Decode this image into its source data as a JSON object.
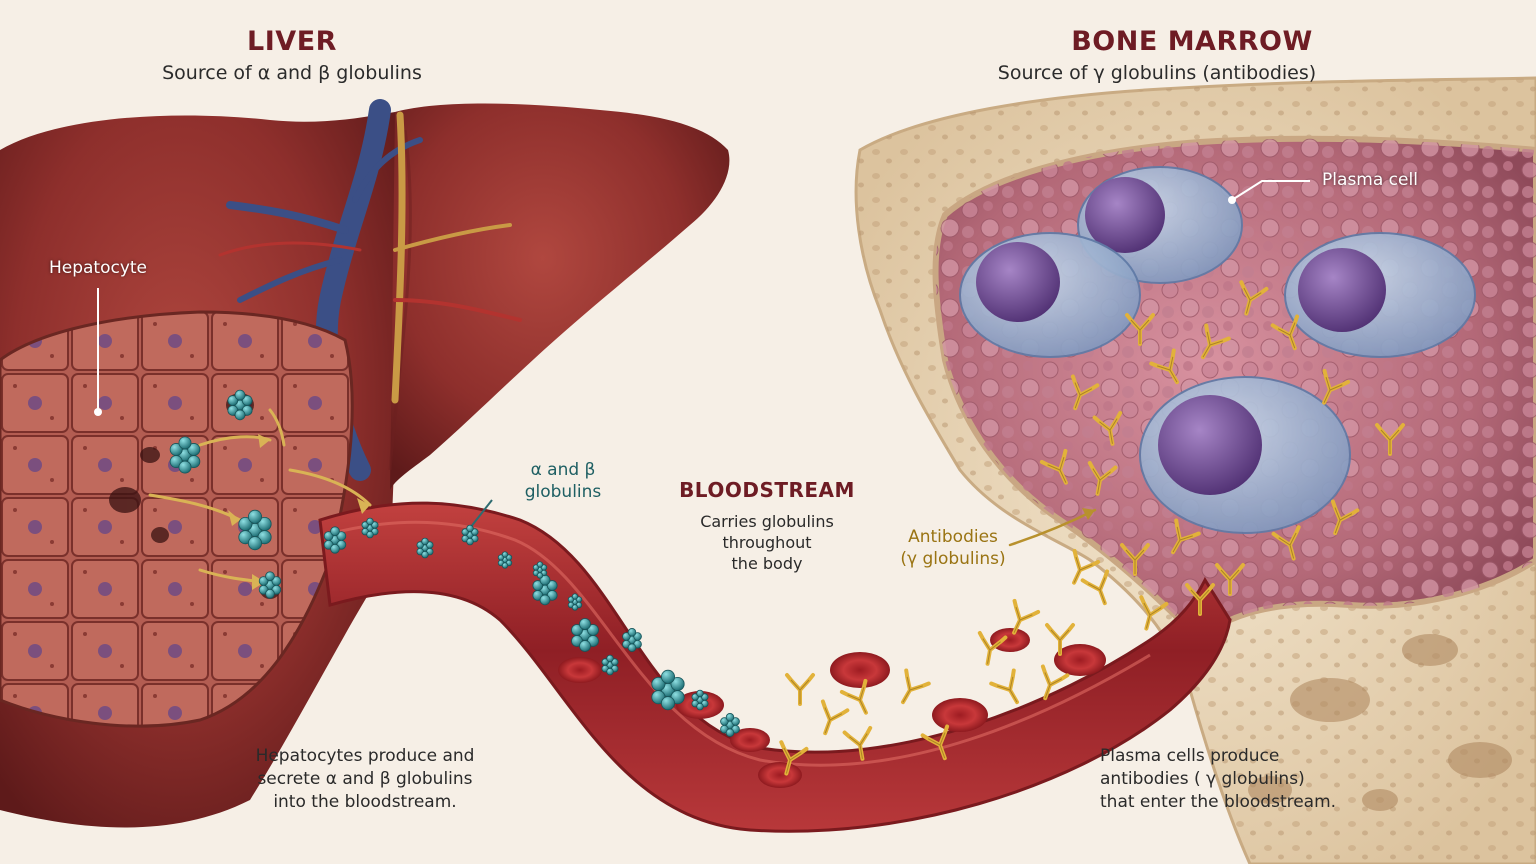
{
  "liver": {
    "title": "LIVER",
    "subtitle": "Source of α  and β globulins",
    "hepatocyte_label": "Hepatocyte",
    "description": "Hepatocytes produce and\nsecrete α and β globulins\ninto the bloodstream.",
    "globulins_label": "α and β\nglobulins"
  },
  "bloodstream": {
    "title": "BLOODSTREAM",
    "description": "Carries globulins\nthroughout\nthe body"
  },
  "bone_marrow": {
    "title": "BONE MARROW",
    "subtitle": "Source of γ globulins (antibodies)",
    "plasma_cell_label": "Plasma cell",
    "antibodies_label": "Antibodies\n(γ globulins)",
    "description": "Plasma cells produce\nantibodies ( γ globulins)\nthat enter the bloodstream."
  },
  "colors": {
    "liver": "#8e2f2c",
    "liver_dark": "#5e1a1a",
    "vessel": "#a82d30",
    "vein_blue": "#3b4f86",
    "globulin_teal": "#2d8f95",
    "antibody_gold": "#e2b23a",
    "bone": "#ead9bd",
    "marrow": "#c27a8a",
    "plasma_cell": "#9fb6d3",
    "nucleus": "#6b4a8e",
    "title_red": "#6e1c24"
  }
}
